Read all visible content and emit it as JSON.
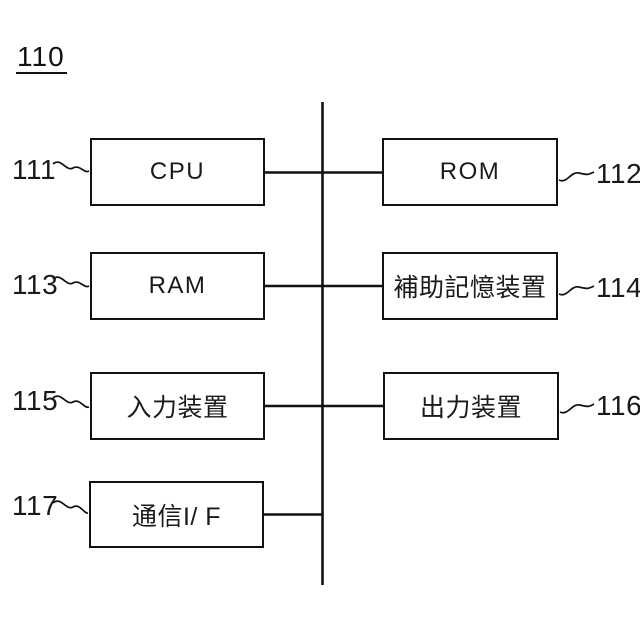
{
  "figure": {
    "title": "110",
    "blocks": [
      {
        "id": "cpu",
        "label": "CPU",
        "ref": "111"
      },
      {
        "id": "rom",
        "label": "ROM",
        "ref": "112"
      },
      {
        "id": "ram",
        "label": "RAM",
        "ref": "113"
      },
      {
        "id": "aux-storage",
        "label": "補助記憶装置",
        "ref": "114"
      },
      {
        "id": "input-device",
        "label": "入力装置",
        "ref": "115"
      },
      {
        "id": "output-device",
        "label": "出力装置",
        "ref": "116"
      },
      {
        "id": "comm-interface",
        "label": "通信I/ F",
        "ref": "117"
      }
    ],
    "bus": {
      "orientation": "vertical"
    },
    "colors": {
      "line": "#111111",
      "background": "#ffffff",
      "text": "#1a1a1a"
    }
  }
}
